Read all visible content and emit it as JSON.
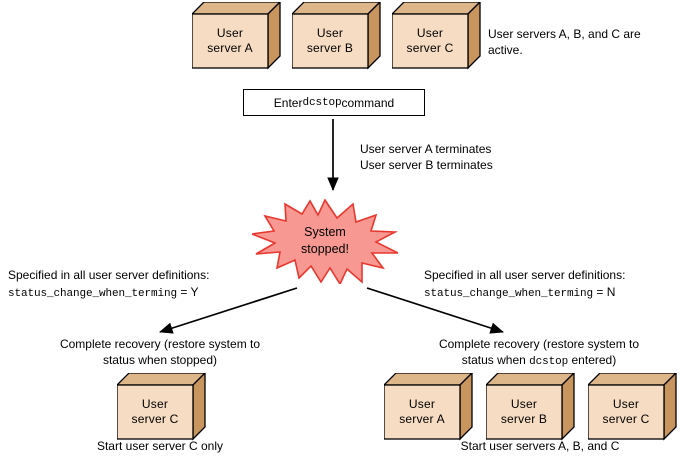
{
  "diagram": {
    "title": "dcstop command processing flow",
    "colors": {
      "box_front": "#F6DCC2",
      "box_shade": "#C9955F",
      "box_top": "#DDB68A",
      "box_outline": "#000000",
      "burst_fill": "#F79992",
      "burst_outline": "#E8372E",
      "arrow": "#000000",
      "background": "#FFFFFF"
    },
    "top_row": {
      "boxes": [
        {
          "line1": "User",
          "line2": "server A"
        },
        {
          "line1": "User",
          "line2": "server B"
        },
        {
          "line1": "User",
          "line2": "server C"
        }
      ],
      "note_line1": "User servers A, B, and C are",
      "note_line2": "active."
    },
    "command_box": {
      "prefix": "Enter ",
      "command": "dcstop",
      "suffix": " command"
    },
    "terminate_note": {
      "line1": "User server A terminates",
      "line2": "User server B terminates"
    },
    "starburst": {
      "line1": "System",
      "line2": "stopped!"
    },
    "left_branch": {
      "condition_line1": "Specified in all user server definitions:",
      "condition_param": "status_change_when_terming",
      "condition_value": " = Y",
      "recovery_line1": "Complete recovery (restore system to",
      "recovery_line2": "status when stopped)",
      "boxes": [
        {
          "line1": "User",
          "line2": "server C"
        }
      ],
      "caption": "Start user server C only"
    },
    "right_branch": {
      "condition_line1": "Specified in all user server definitions:",
      "condition_param": "status_change_when_terming",
      "condition_value": " = N",
      "recovery_line1": "Complete recovery (restore system to",
      "recovery_line2_pre": "status when ",
      "recovery_line2_mono": "dcstop",
      "recovery_line2_post": " entered)",
      "boxes": [
        {
          "line1": "User",
          "line2": "server A"
        },
        {
          "line1": "User",
          "line2": "server B"
        },
        {
          "line1": "User",
          "line2": "server C"
        }
      ],
      "caption": "Start user servers A, B, and C"
    }
  }
}
